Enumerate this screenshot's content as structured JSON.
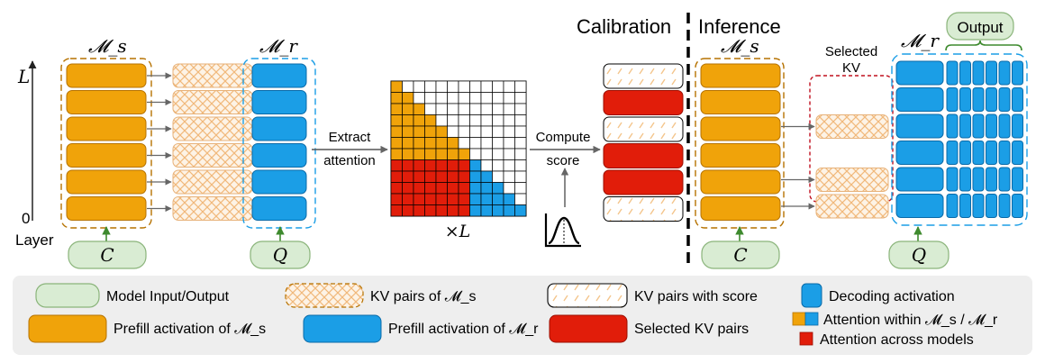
{
  "labels": {
    "calibration": "Calibration",
    "inference": "Inference",
    "ms": "𝓜_s",
    "mr": "𝓜_r",
    "output": "Output",
    "selected_kv_line1": "Selected",
    "selected_kv_line2": "KV",
    "axis_top": "L",
    "axis_zero": "0",
    "axis_name": "Layer",
    "extract_line1": "Extract",
    "extract_line2": "attention",
    "compute_line1": "Compute",
    "compute_line2": "score",
    "times_l": "×L",
    "input_c": "C",
    "input_q": "Q"
  },
  "legend": {
    "model_io": "Model Input/Output",
    "kv_ms": "KV pairs of 𝓜_s",
    "kv_score": "KV pairs with score",
    "decoding": "Decoding activation",
    "prefill_ms": "Prefill activation of 𝓜_s",
    "prefill_mr": "Prefill activation of 𝓜_r",
    "selected_kv": "Selected KV pairs",
    "attn_within": "Attention within 𝓜_s / 𝓜_r",
    "attn_across": "Attention across models"
  },
  "colors": {
    "orange": "#f0a30a",
    "orange_dark": "#b67200",
    "blue": "#1b9ee6",
    "blue_dark": "#0a6aa8",
    "red": "#e11d0a",
    "green_fill": "#d9ecd3",
    "green_stroke": "#8ab47a",
    "hatch": "#f6c896",
    "legend_bg": "#eeeeee"
  }
}
